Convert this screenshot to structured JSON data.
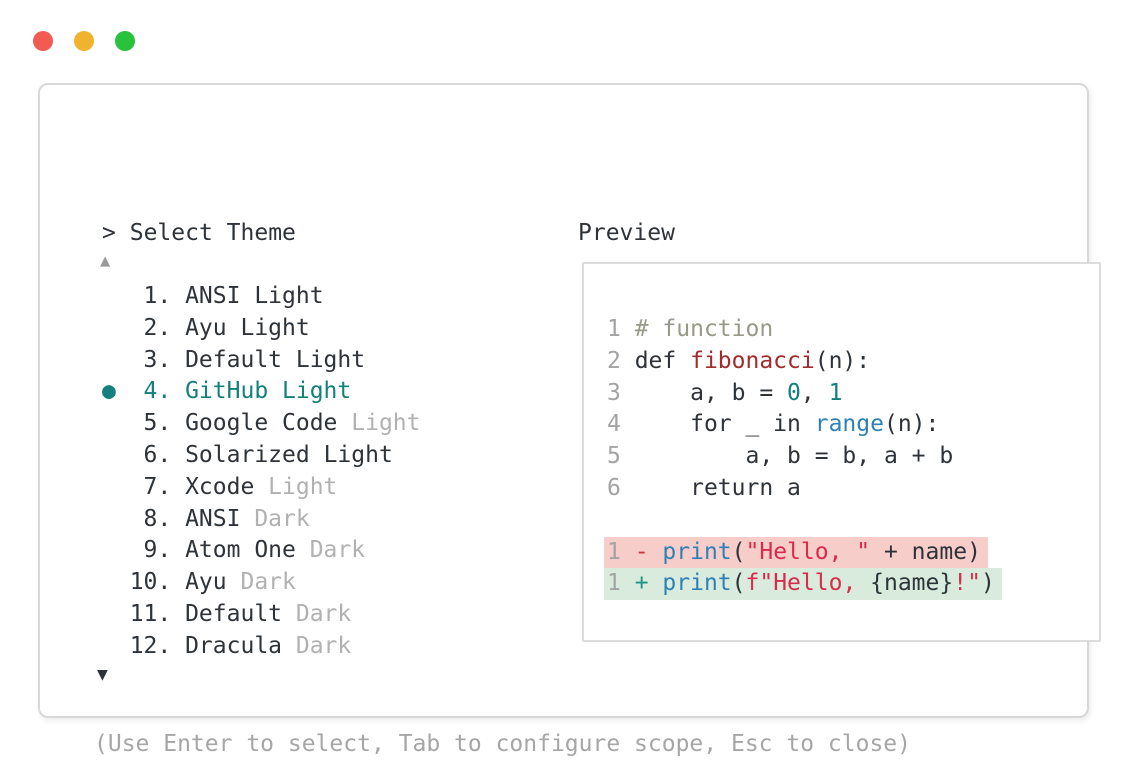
{
  "window": {
    "buttons": [
      {
        "name": "close",
        "color": "#f15b51"
      },
      {
        "name": "minimize",
        "color": "#f0b32f"
      },
      {
        "name": "zoom",
        "color": "#28c23c"
      }
    ]
  },
  "prompt": {
    "caret": ">",
    "label": "Select Theme"
  },
  "list": {
    "scroll_up_indicator": "▲",
    "scroll_down_indicator": "▼",
    "selected_bullet": "●",
    "items": [
      {
        "number": " 1.",
        "name": "ANSI",
        "variant": "Light",
        "muted_variant": false,
        "selected": false
      },
      {
        "number": " 2.",
        "name": "Ayu",
        "variant": "Light",
        "muted_variant": false,
        "selected": false
      },
      {
        "number": " 3.",
        "name": "Default",
        "variant": "Light",
        "muted_variant": false,
        "selected": false
      },
      {
        "number": " 4.",
        "name": "GitHub",
        "variant": "Light",
        "muted_variant": false,
        "selected": true
      },
      {
        "number": " 5.",
        "name": "Google Code",
        "variant": "Light",
        "muted_variant": true,
        "selected": false
      },
      {
        "number": " 6.",
        "name": "Solarized",
        "variant": "Light",
        "muted_variant": false,
        "selected": false
      },
      {
        "number": " 7.",
        "name": "Xcode",
        "variant": "Light",
        "muted_variant": true,
        "selected": false
      },
      {
        "number": " 8.",
        "name": "ANSI",
        "variant": "Dark",
        "muted_variant": true,
        "selected": false
      },
      {
        "number": " 9.",
        "name": "Atom One",
        "variant": "Dark",
        "muted_variant": true,
        "selected": false
      },
      {
        "number": "10.",
        "name": "Ayu",
        "variant": "Dark",
        "muted_variant": true,
        "selected": false
      },
      {
        "number": "11.",
        "name": "Default",
        "variant": "Dark",
        "muted_variant": true,
        "selected": false
      },
      {
        "number": "12.",
        "name": "Dracula",
        "variant": "Dark",
        "muted_variant": true,
        "selected": false
      }
    ]
  },
  "preview": {
    "label": "Preview",
    "code_lines": [
      {
        "num": "1",
        "tokens": [
          [
            "comment",
            "# function"
          ]
        ]
      },
      {
        "num": "2",
        "tokens": [
          [
            "plain",
            "def "
          ],
          [
            "func",
            "fibonacci"
          ],
          [
            "plain",
            "(n):"
          ]
        ]
      },
      {
        "num": "3",
        "tokens": [
          [
            "plain",
            "    a, b = "
          ],
          [
            "number",
            "0"
          ],
          [
            "plain",
            ", "
          ],
          [
            "number",
            "1"
          ]
        ]
      },
      {
        "num": "4",
        "tokens": [
          [
            "plain",
            "    for _ in "
          ],
          [
            "builtin",
            "range"
          ],
          [
            "plain",
            "(n):"
          ]
        ]
      },
      {
        "num": "5",
        "tokens": [
          [
            "plain",
            "        a, b = b, a + b"
          ]
        ]
      },
      {
        "num": "6",
        "tokens": [
          [
            "plain",
            "    return a"
          ]
        ]
      }
    ],
    "diff_lines": [
      {
        "num": "1",
        "sign": "-",
        "kind": "removed",
        "tokens": [
          [
            "builtin",
            "print"
          ],
          [
            "plain",
            "("
          ],
          [
            "string",
            "\"Hello, \""
          ],
          [
            "plain",
            " + name)"
          ]
        ]
      },
      {
        "num": "1",
        "sign": "+",
        "kind": "added",
        "tokens": [
          [
            "builtin",
            "print"
          ],
          [
            "plain",
            "("
          ],
          [
            "string",
            "f\"Hello, "
          ],
          [
            "plain",
            "{name}"
          ],
          [
            "string",
            "!\""
          ],
          [
            "plain",
            ")"
          ]
        ]
      }
    ]
  },
  "help_text": "(Use Enter to select, Tab to configure scope, Esc to close)",
  "colors": {
    "accent_teal": "#13807c",
    "text_dark": "#2d3339",
    "text_muted": "#b1b1b1",
    "help_gray": "#a6a6a6",
    "comment": "#999988",
    "function_name": "#a32b2b",
    "number_literal": "#0f807d",
    "builtin": "#2e81b6",
    "string": "#d92b4b",
    "diff_minus": "#cf3341",
    "diff_plus": "#1b9682",
    "diff_removed_bg": "#f7cdca",
    "diff_added_bg": "#d8ebdd"
  }
}
